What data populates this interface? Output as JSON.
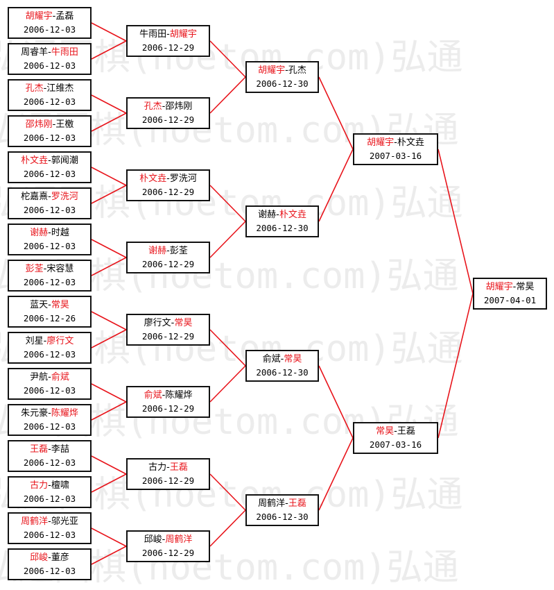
{
  "watermark_text": "弘通围棋(hoetom.com)弘通",
  "colors": {
    "winner": "#e8141b",
    "line": "#e8141b",
    "border": "#111111",
    "text": "#000000"
  },
  "rounds": [
    [
      {
        "p1": "胡耀宇",
        "p2": "孟磊",
        "winner": 1,
        "date": "2006-12-03"
      },
      {
        "p1": "周睿羊",
        "p2": "牛雨田",
        "winner": 2,
        "date": "2006-12-03"
      },
      {
        "p1": "孔杰",
        "p2": "江维杰",
        "winner": 1,
        "date": "2006-12-03"
      },
      {
        "p1": "邵炜刚",
        "p2": "王檄",
        "winner": 1,
        "date": "2006-12-03"
      },
      {
        "p1": "朴文垚",
        "p2": "郭闻潮",
        "winner": 1,
        "date": "2006-12-03"
      },
      {
        "p1": "柁嘉熹",
        "p2": "罗洗河",
        "winner": 2,
        "date": "2006-12-03"
      },
      {
        "p1": "谢赫",
        "p2": "时越",
        "winner": 1,
        "date": "2006-12-03"
      },
      {
        "p1": "彭荃",
        "p2": "宋容慧",
        "winner": 1,
        "date": "2006-12-03"
      },
      {
        "p1": "蓝天",
        "p2": "常昊",
        "winner": 2,
        "date": "2006-12-26"
      },
      {
        "p1": "刘星",
        "p2": "廖行文",
        "winner": 2,
        "date": "2006-12-03"
      },
      {
        "p1": "尹航",
        "p2": "俞斌",
        "winner": 2,
        "date": "2006-12-03"
      },
      {
        "p1": "朱元豪",
        "p2": "陈耀烨",
        "winner": 2,
        "date": "2006-12-03"
      },
      {
        "p1": "王磊",
        "p2": "李喆",
        "winner": 1,
        "date": "2006-12-03"
      },
      {
        "p1": "古力",
        "p2": "檀啸",
        "winner": 1,
        "date": "2006-12-03"
      },
      {
        "p1": "周鹤洋",
        "p2": "邬光亚",
        "winner": 1,
        "date": "2006-12-03"
      },
      {
        "p1": "邱峻",
        "p2": "董彦",
        "winner": 1,
        "date": "2006-12-03"
      }
    ],
    [
      {
        "p1": "牛雨田",
        "p2": "胡耀宇",
        "winner": 2,
        "date": "2006-12-29"
      },
      {
        "p1": "孔杰",
        "p2": "邵炜刚",
        "winner": 1,
        "date": "2006-12-29"
      },
      {
        "p1": "朴文垚",
        "p2": "罗洗河",
        "winner": 1,
        "date": "2006-12-29"
      },
      {
        "p1": "谢赫",
        "p2": "彭荃",
        "winner": 1,
        "date": "2006-12-29"
      },
      {
        "p1": "廖行文",
        "p2": "常昊",
        "winner": 2,
        "date": "2006-12-29"
      },
      {
        "p1": "俞斌",
        "p2": "陈耀烨",
        "winner": 1,
        "date": "2006-12-29"
      },
      {
        "p1": "古力",
        "p2": "王磊",
        "winner": 2,
        "date": "2006-12-29"
      },
      {
        "p1": "邱峻",
        "p2": "周鹤洋",
        "winner": 2,
        "date": "2006-12-29"
      }
    ],
    [
      {
        "p1": "胡耀宇",
        "p2": "孔杰",
        "winner": 1,
        "date": "2006-12-30"
      },
      {
        "p1": "谢赫",
        "p2": "朴文垚",
        "winner": 2,
        "date": "2006-12-30"
      },
      {
        "p1": "俞斌",
        "p2": "常昊",
        "winner": 2,
        "date": "2006-12-30"
      },
      {
        "p1": "周鹤洋",
        "p2": "王磊",
        "winner": 2,
        "date": "2006-12-30"
      }
    ],
    [
      {
        "p1": "胡耀宇",
        "p2": "朴文垚",
        "winner": 1,
        "date": "2007-03-16"
      },
      {
        "p1": "常昊",
        "p2": "王磊",
        "winner": 1,
        "date": "2007-03-16"
      }
    ],
    [
      {
        "p1": "胡耀宇",
        "p2": "常昊",
        "winner": 1,
        "date": "2007-04-01"
      }
    ]
  ]
}
